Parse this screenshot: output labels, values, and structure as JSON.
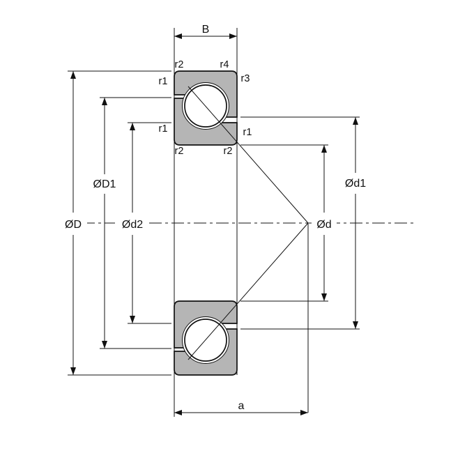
{
  "diagram": {
    "dimension_labels": {
      "width": "B",
      "outer_diameter": "ØD",
      "outer_shoulder_diameter": "ØD1",
      "inner_shoulder_diameter_2": "Ød2",
      "bore_diameter": "Ød",
      "inner_shoulder_diameter_1": "Ød1",
      "contact_apex_distance": "a"
    },
    "radius_labels": {
      "r1": "r1",
      "r2": "r2",
      "r3": "r3",
      "r4": "r4"
    },
    "colors": {
      "ring_fill": "#b5b5b5",
      "line": "#111111",
      "background": "#ffffff"
    }
  }
}
